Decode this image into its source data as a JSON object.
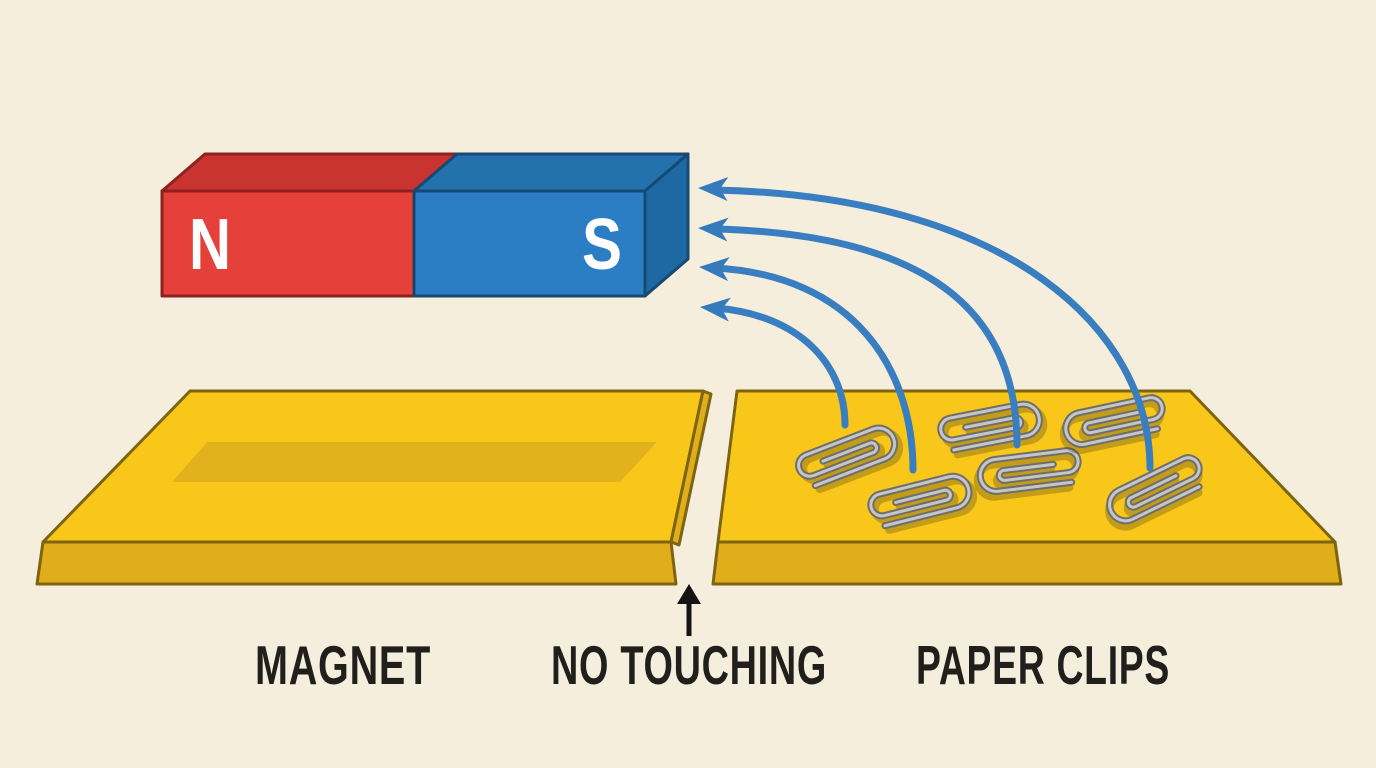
{
  "scene": {
    "background": "#f6eedd",
    "description": "Diagram of a bar magnet attracting paper clips across a gap between two tables"
  },
  "magnet": {
    "north_label": "N",
    "south_label": "S",
    "pole_label_color": "#ffffff",
    "north_front_color": "#e5403a",
    "north_top_color": "#c93430",
    "north_outline_color": "#8e211f",
    "south_front_color": "#2b7ec4",
    "south_top_color": "#2371ad",
    "south_end_color": "#1e68a4",
    "south_outline_color": "#174a72"
  },
  "tables": {
    "top_color": "#f9c71a",
    "front_color": "#dfae1a",
    "outline_color": "#7c6410",
    "magnet_shadow_color": "#e2b21c"
  },
  "paper_clips": {
    "count": 6,
    "wire_dark_color": "#6e6e6e",
    "wire_light_color": "#c6c6c6",
    "shadow_color": "rgba(70,58,20,0.30)"
  },
  "field_arrows": {
    "count": 4,
    "line_color": "#3a7ec2",
    "head_color": "#357abd"
  },
  "captions": {
    "magnet": "MAGNET",
    "no_touching": "NO TOUCHING",
    "paper_clips": "PAPER CLIPS",
    "text_color": "#211f1c",
    "pointer_color": "#141414"
  }
}
